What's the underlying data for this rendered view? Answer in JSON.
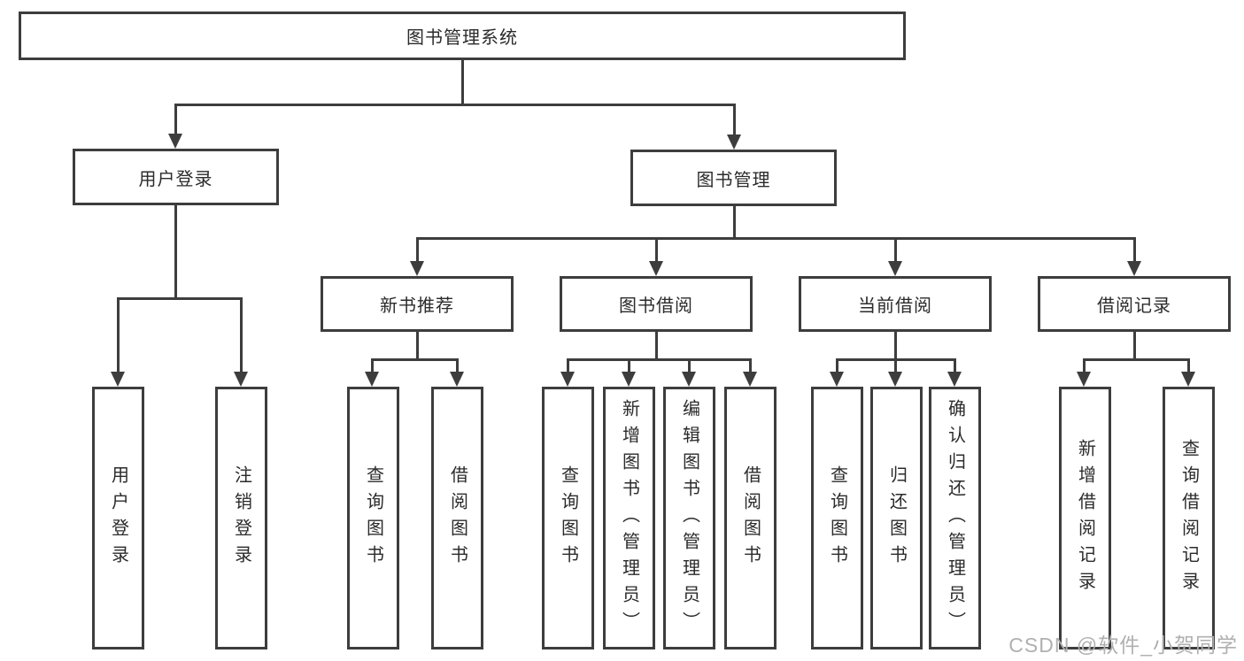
{
  "colors": {
    "line": "#3d3d3d",
    "text": "#2b2b2b",
    "watermark": "#b0b0b0",
    "background": "#ffffff"
  },
  "tree": {
    "root": {
      "id": "library-management-system",
      "label": "图书管理系统",
      "children": [
        {
          "id": "user-login",
          "label": "用户登录",
          "children": [
            {
              "id": "user-login-leaf",
              "label": "用户登录"
            },
            {
              "id": "logout",
              "label": "注销登录"
            }
          ]
        },
        {
          "id": "book-management",
          "label": "图书管理",
          "children": [
            {
              "id": "new-book-recommend",
              "label": "新书推荐",
              "children": [
                {
                  "id": "query-books",
                  "label": "查询图书"
                },
                {
                  "id": "borrow-books",
                  "label": "借阅图书"
                }
              ]
            },
            {
              "id": "book-borrowing",
              "label": "图书借阅",
              "children": [
                {
                  "id": "query-books",
                  "label": "查询图书"
                },
                {
                  "id": "add-book-admin",
                  "label": "新增图书（管理员）"
                },
                {
                  "id": "edit-book-admin",
                  "label": "编辑图书（管理员）"
                },
                {
                  "id": "borrow-books",
                  "label": "借阅图书"
                }
              ]
            },
            {
              "id": "current-borrowing",
              "label": "当前借阅",
              "children": [
                {
                  "id": "query-books",
                  "label": "查询图书"
                },
                {
                  "id": "return-book",
                  "label": "归还图书"
                },
                {
                  "id": "confirm-return-admin",
                  "label": "确认归还（管理员）"
                }
              ]
            },
            {
              "id": "borrowing-records",
              "label": "借阅记录",
              "children": [
                {
                  "id": "add-borrow-record",
                  "label": "新增借阅记录"
                },
                {
                  "id": "query-borrow-record",
                  "label": "查询借阅记录"
                }
              ]
            }
          ]
        }
      ]
    }
  },
  "watermark": {
    "text": "CSDN @软件_小贺同学"
  }
}
